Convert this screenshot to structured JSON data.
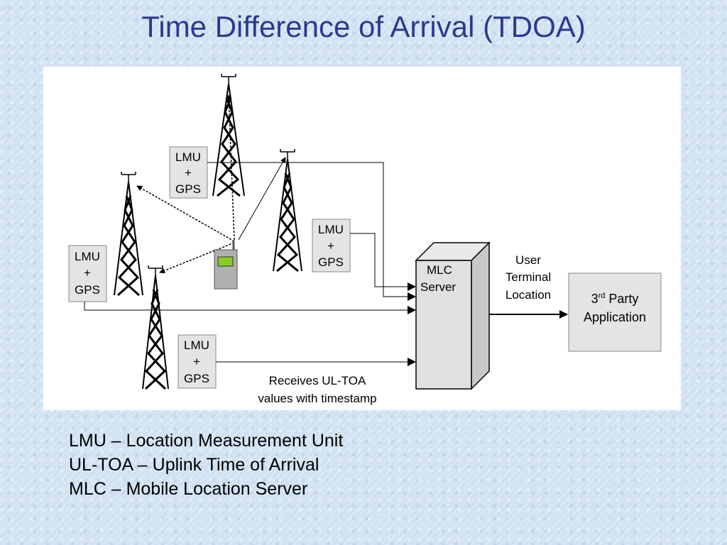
{
  "slide": {
    "title": "Time Difference of Arrival (TDOA)"
  },
  "diagram": {
    "lmu_boxes": [
      {
        "lines": [
          "LMU",
          "+",
          "GPS"
        ]
      },
      {
        "lines": [
          "LMU",
          "+",
          "GPS"
        ]
      },
      {
        "lines": [
          "LMU",
          "+",
          "GPS"
        ]
      },
      {
        "lines": [
          "LMU",
          "+",
          "GPS"
        ]
      }
    ],
    "mlc_server": {
      "line1": "MLC",
      "line2": "Server"
    },
    "output_label": {
      "line1": "User",
      "line2": "Terminal",
      "line3": "Location"
    },
    "third_party": {
      "prefix": "3",
      "superscript": "rd",
      "suffix": " Party",
      "line2": "Application"
    },
    "ul_toa_label": {
      "line1": "Receives UL-TOA",
      "line2": "values with timestamp"
    },
    "colors": {
      "title": "#2b3a8f",
      "box_fill": "#e4e4e4",
      "handset_screen": "#88cc22"
    },
    "icons": [
      "cell-tower-icon",
      "mobile-handset-icon"
    ]
  },
  "glossary": [
    "LMU – Location Measurement Unit",
    "UL-TOA – Uplink Time of Arrival",
    "MLC – Mobile Location Server"
  ]
}
